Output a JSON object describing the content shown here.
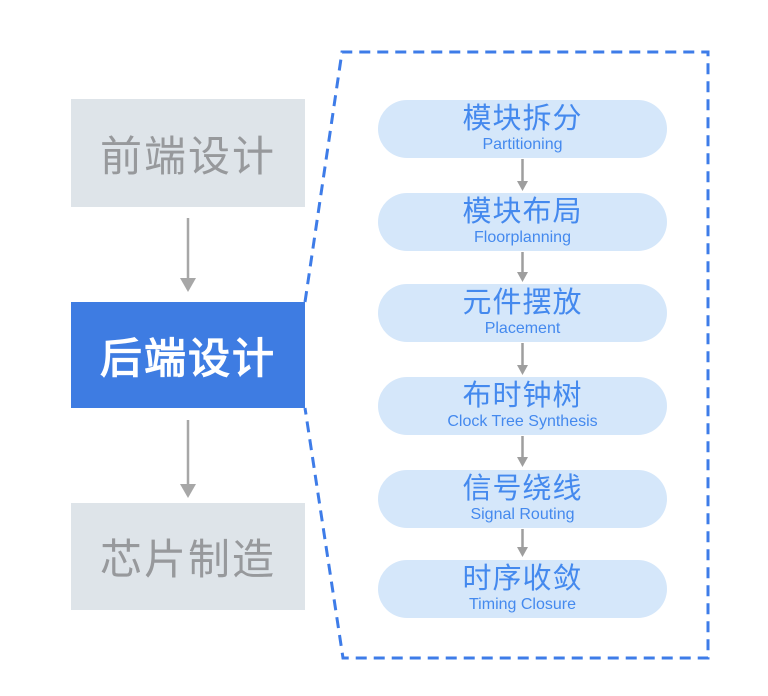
{
  "diagram": {
    "title_semantic": "chip design flow: back-end design expansion",
    "left_flow": {
      "nodes": [
        {
          "label": "前端设计",
          "variant": "gray"
        },
        {
          "label": "后端设计",
          "variant": "blue"
        },
        {
          "label": "芯片制造",
          "variant": "gray"
        }
      ]
    },
    "detail_flow": {
      "steps": [
        {
          "zh": "模块拆分",
          "en": "Partitioning"
        },
        {
          "zh": "模块布局",
          "en": "Floorplanning"
        },
        {
          "zh": "元件摆放",
          "en": "Placement"
        },
        {
          "zh": "布时钟树",
          "en": "Clock Tree Synthesis"
        },
        {
          "zh": "信号绕线",
          "en": "Signal Routing"
        },
        {
          "zh": "时序收敛",
          "en": "Timing Closure"
        }
      ]
    },
    "colors": {
      "accent_blue": "#3e7ce2",
      "dashed_border_blue": "#3e7ce8",
      "pill_fill": "#d5e7fa",
      "pill_text": "#4489ee",
      "gray_node_fill": "#dee4e9",
      "gray_node_text": "#97999c",
      "arrow_gray": "#a7a7a7",
      "background": "#ffffff"
    }
  }
}
